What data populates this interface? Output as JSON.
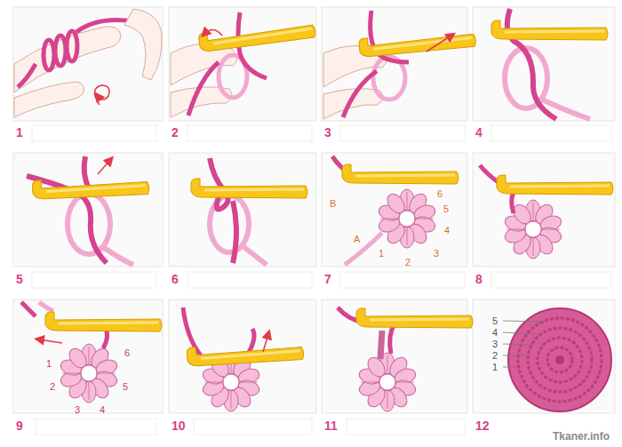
{
  "diagram": {
    "labels": [
      "1",
      "2",
      "3",
      "4",
      "5",
      "6",
      "7",
      "B",
      "A",
      "1",
      "2",
      "3",
      "4",
      "5",
      "6",
      "8",
      "9",
      "1",
      "2",
      "3",
      "4",
      "5",
      "6",
      "10",
      "11",
      "12",
      "5",
      "4",
      "3",
      "2",
      "1",
      "Tkaner.info"
    ]
  }
}
